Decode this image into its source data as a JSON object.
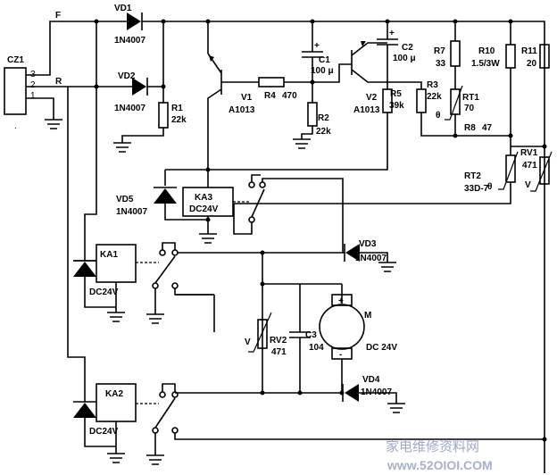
{
  "connector": {
    "name": "CZ1",
    "pins": [
      "3",
      "2",
      "1"
    ],
    "line_f": "F",
    "line_r": "R"
  },
  "components": {
    "vd1": {
      "ref": "VD1",
      "value": "1N4007"
    },
    "vd2": {
      "ref": "VD2",
      "value": "1N4007"
    },
    "vd3": {
      "ref": "VD3",
      "value": "1N4007"
    },
    "vd4": {
      "ref": "VD4",
      "value": "1N4007"
    },
    "vd5": {
      "ref": "VD5",
      "value": "1N4007"
    },
    "r1": {
      "ref": "R1",
      "value": "22k"
    },
    "r2": {
      "ref": "R2",
      "value": "22k"
    },
    "r3": {
      "ref": "R3",
      "value": "22k"
    },
    "r4": {
      "ref": "R4",
      "value": "470"
    },
    "r5": {
      "ref": "R5",
      "value": "39k"
    },
    "r7": {
      "ref": "R7",
      "value": "33"
    },
    "r8": {
      "ref": "R8",
      "value": "47"
    },
    "r10": {
      "ref": "R10",
      "value": "1.5/3W"
    },
    "r11": {
      "ref": "R11",
      "value": "20"
    },
    "rt1": {
      "ref": "RT1",
      "value": "70",
      "symbol": "θ"
    },
    "rt2": {
      "ref": "RT2",
      "value": "33D-7",
      "symbol": "θ"
    },
    "rv1": {
      "ref": "RV1",
      "value": "471",
      "symbol": "V"
    },
    "rv2": {
      "ref": "RV2",
      "value": "471",
      "symbol": "V"
    },
    "c1": {
      "ref": "C1",
      "value": "100 μ",
      "plus": "+"
    },
    "c2": {
      "ref": "C2",
      "value": "100 μ",
      "plus": "+"
    },
    "c3": {
      "ref": "C3",
      "value": "104"
    },
    "v1": {
      "ref": "V1",
      "value": "A1013"
    },
    "v2": {
      "ref": "V2",
      "value": "A1013"
    },
    "ka1": {
      "ref": "KA1",
      "value": "DC24V"
    },
    "ka2": {
      "ref": "KA2",
      "value": "DC24V"
    },
    "ka3": {
      "ref": "KA3",
      "value": "DC24V"
    },
    "motor": {
      "ref": "M",
      "value": "DC 24V",
      "plus": "+",
      "minus": "-"
    }
  },
  "watermark": {
    "chinese": "家电维修资料网",
    "url": "www.52OIOI.COM"
  }
}
